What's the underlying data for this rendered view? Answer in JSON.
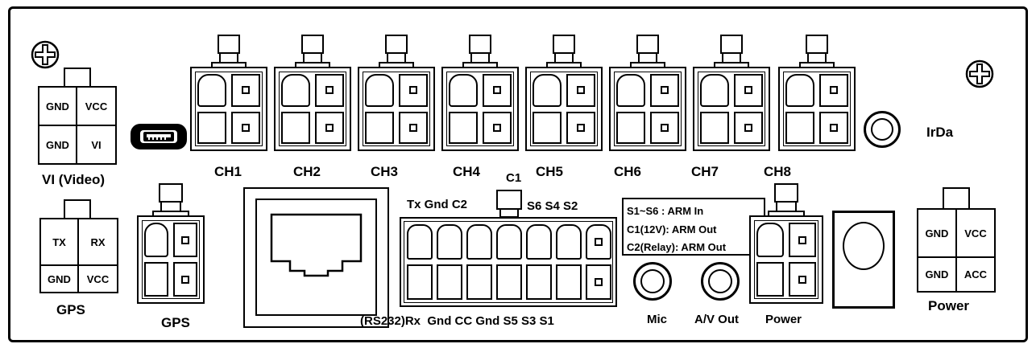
{
  "ch_labels": [
    "CH1",
    "CH2",
    "CH3",
    "CH4",
    "CH5",
    "CH6",
    "CH7",
    "CH8"
  ],
  "vi": {
    "gnd1": "GND",
    "vcc": "VCC",
    "gnd2": "GND",
    "vi": "VI",
    "title": "VI (Video)"
  },
  "gps_port": {
    "tx": "TX",
    "rx": "RX",
    "gnd": "GND",
    "vcc": "VCC",
    "title": "GPS"
  },
  "gps_conn_label": "GPS",
  "power_port": {
    "gnd1": "GND",
    "vcc": "VCC",
    "gnd2": "GND",
    "acc": "ACC",
    "title": "Power"
  },
  "irda_label": "IrDa",
  "io_top_left": "Tx Gnd C2",
  "io_c1": "C1",
  "io_top_right": "S6 S4 S2",
  "io_bottom": "(RS232)Rx  Gnd CC Gnd S5 S3 S1",
  "legend": {
    "line1": "S1~S6 : ARM In",
    "line2": "C1(12V): ARM Out",
    "line3": "C2(Relay): ARM Out"
  },
  "mic_label": "Mic",
  "av_out_label": "A/V Out",
  "power_conn_label": "Power",
  "icons": {
    "screw": "screw-icon",
    "usb": "usb-port-icon",
    "jack": "audio-jack-icon"
  }
}
